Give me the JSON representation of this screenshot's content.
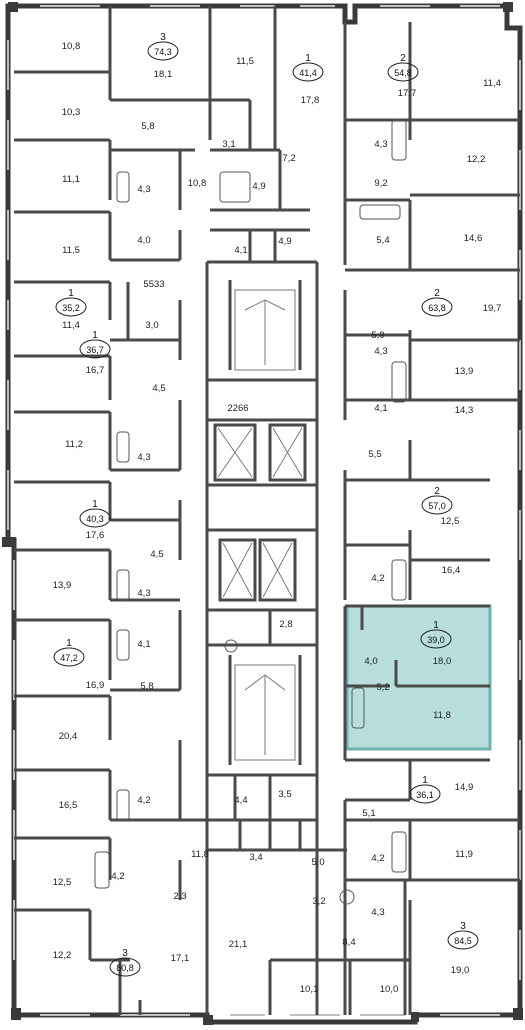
{
  "colors": {
    "wall": "#4a4a4a",
    "facade": "#3a3a3a",
    "fixture": "#555555",
    "highlight_fill": "#b7dedd",
    "highlight_stroke": "#6fb2b0",
    "background": "#ffffff"
  },
  "apartments": [
    {
      "key": "apt-3-74",
      "rooms": "3",
      "area": "74,3"
    },
    {
      "key": "apt-1-41",
      "rooms": "1",
      "area": "41,4"
    },
    {
      "key": "apt-2-54",
      "rooms": "2",
      "area": "54,8"
    },
    {
      "key": "apt-1-35",
      "rooms": "1",
      "area": "35,2"
    },
    {
      "key": "apt-2-63",
      "rooms": "2",
      "area": "63,8"
    },
    {
      "key": "apt-1-36-7",
      "rooms": "1",
      "area": "36,7"
    },
    {
      "key": "apt-1-40",
      "rooms": "1",
      "area": "40,3"
    },
    {
      "key": "apt-2-57",
      "rooms": "2",
      "area": "57,0"
    },
    {
      "key": "apt-1-47",
      "rooms": "1",
      "area": "47,2"
    },
    {
      "key": "apt-1-39",
      "rooms": "1",
      "area": "39,0",
      "selected": true
    },
    {
      "key": "apt-1-36-1",
      "rooms": "1",
      "area": "36,1"
    },
    {
      "key": "apt-3-84",
      "rooms": "3",
      "area": "84,5"
    },
    {
      "key": "apt-3-80",
      "rooms": "3",
      "area": "80,8"
    }
  ],
  "rooms": [
    "10,8",
    "18,1",
    "11,5",
    "17,8",
    "17,7",
    "11,4",
    "10,3",
    "5,8",
    "3,1",
    "7,2",
    "4,3",
    "12,2",
    "11,1",
    "4,3",
    "10,8",
    "4,9",
    "9,2",
    "4,0",
    "5,4",
    "14,6",
    "11,5",
    "4,1",
    "4,9",
    "5533",
    "19,7",
    "11,4",
    "3,0",
    "5,9",
    "13,9",
    "16,7",
    "4,5",
    "4,3",
    "2266",
    "14,3",
    "4,1",
    "11,2",
    "4,3",
    "5,5",
    "17,6",
    "12,5",
    "4,5",
    "13,9",
    "4,3",
    "4,2",
    "16,4",
    "4,1",
    "2,8",
    "16,9",
    "5,8",
    "4,0",
    "18,0",
    "5,2",
    "11,8",
    "20,4",
    "4,2",
    "14,9",
    "16,5",
    "4,4",
    "3,5",
    "5,1",
    "11,8",
    "3,4",
    "5,0",
    "4,2",
    "11,9",
    "4,2",
    "12,5",
    "3,2",
    "4,3",
    "2,3",
    "17,1",
    "21,1",
    "8,4",
    "12,2",
    "19,0",
    "10,1",
    "10,0"
  ]
}
